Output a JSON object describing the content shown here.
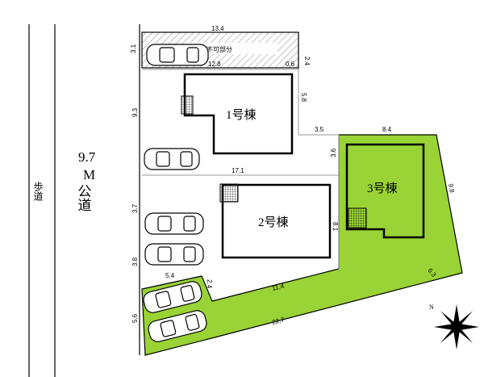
{
  "colors": {
    "green": "#99d335",
    "line": "#000000",
    "lightline": "#999999"
  },
  "road": {
    "width": "9.7",
    "unit": "M",
    "type": "公道"
  },
  "sidewalk": "歩道",
  "no_build_area": "建築不可部分",
  "buildings": [
    {
      "label": "1号棟"
    },
    {
      "label": "2号棟"
    },
    {
      "label": "3号棟"
    }
  ],
  "dimensions": {
    "top": "13.4",
    "top_left": "3.1",
    "top_inner": "12.8",
    "top_small": "0.6",
    "top_right": "2.4",
    "lot1_left": "9.3",
    "lot1_right": "5.8",
    "mid_a": "3.5",
    "mid_b": "8.4",
    "lot3_v": "3.6",
    "lot2_top": "17.1",
    "right_side": "9.8",
    "lot2_left": "3.7",
    "lot2_right": "8.1",
    "lot2_bottom_left": "3.8",
    "drive_a": "5.4",
    "drive_b": "2.4",
    "drive_c": "11.4",
    "diag": "6.3",
    "bottom_left": "5.6",
    "bottom": "22.7"
  },
  "compass": {
    "label": "N"
  }
}
